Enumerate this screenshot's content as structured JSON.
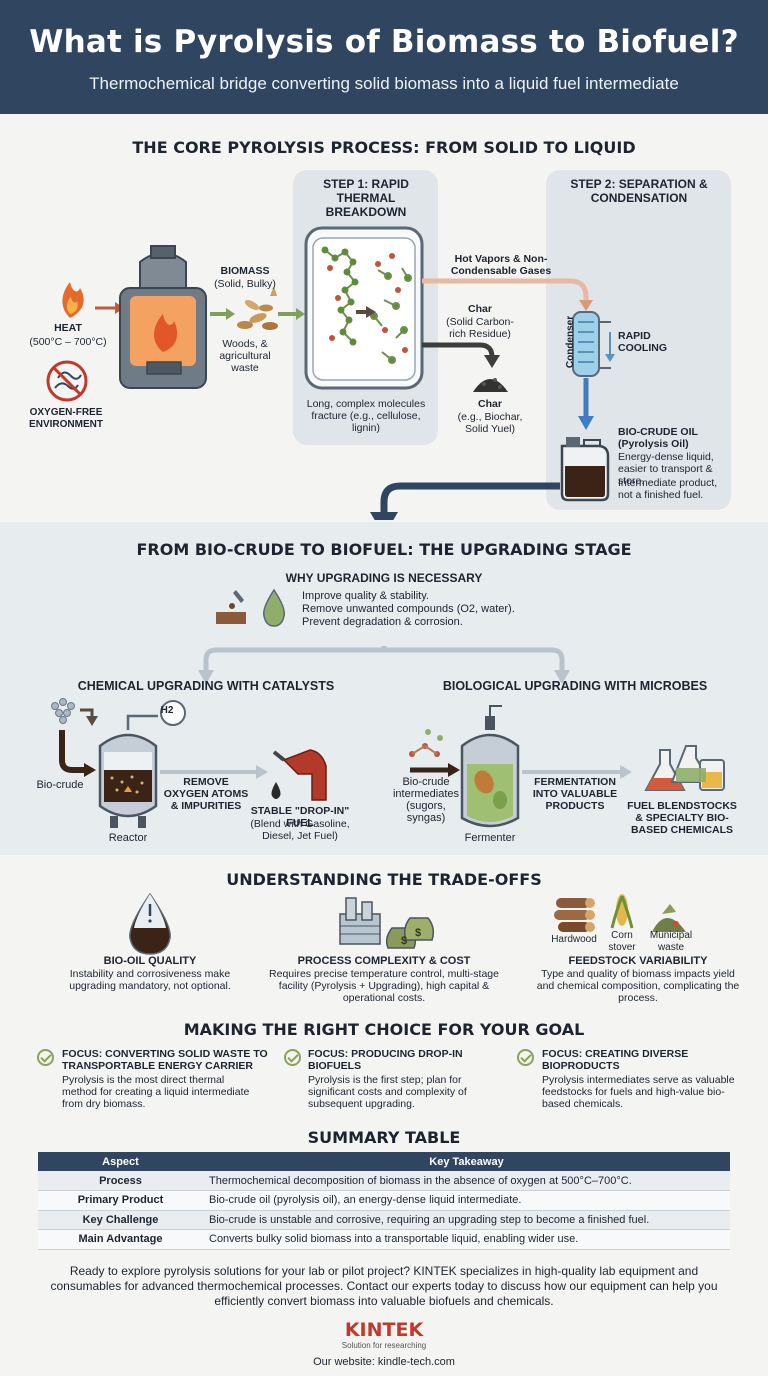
{
  "header": {
    "title": "What is Pyrolysis of Biomass to Biofuel?",
    "subtitle": "Thermochemical bridge converting solid biomass into a liquid fuel intermediate"
  },
  "core": {
    "title": "THE CORE PYROLYSIS PROCESS: FROM SOLID TO LIQUID",
    "heat_label": "HEAT",
    "heat_range": "(500°C – 700°C)",
    "oxygen_free": "OXYGEN-FREE ENVIRONMENT",
    "biomass_label": "BIOMASS",
    "biomass_sub": "(Solid, Bulky)",
    "biomass_examples": "Woods, & agricultural waste",
    "step1_title": "STEP 1: RAPID THERMAL BREAKDOWN",
    "step1_caption": "Long, complex molecules fracture (e.g., cellulose, lignin)",
    "hot_vapors": "Hot Vapors & Non-Condensable Gases",
    "char_title": "Char",
    "char_sub": "(Solid Carbon-rich Residue)",
    "char2_title": "Char",
    "char2_sub": "(e.g., Biochar, Solid Yuel)",
    "step2_title": "STEP 2: SEPARATION & CONDENSATION",
    "condenser": "Condenser",
    "rapid_cooling": "RAPID COOLING",
    "biocrude_title": "BIO-CRUDE OIL",
    "biocrude_sub": "(Pyrolysis Oil)",
    "biocrude_desc": "Energy-dense liquid, easier to transport & store.",
    "biocrude_note": "Intermediate product, not a finished fuel."
  },
  "upgrading": {
    "title": "FROM BIO-CRUDE TO BIOFUEL: THE UPGRADING STAGE",
    "why_title": "WHY UPGRADING IS NECESSARY",
    "why_items": [
      "Improve quality & stability.",
      "Remove unwanted compounds (O2, water).",
      "Prevent degradation & corrosion."
    ],
    "chem_title": "CHEMICAL UPGRADING WITH CATALYSTS",
    "h2": "H2",
    "biocrude": "Bio-crude",
    "reactor": "Reactor",
    "remove_oxygen": "REMOVE OXYGEN ATOMS & IMPURITIES",
    "dropin_title": "STABLE \"DROP-IN\" FUEL",
    "dropin_sub": "(Blend with Gasoline, Diesel, Jet Fuel)",
    "bio_title": "BIOLOGICAL UPGRADING WITH MICROBES",
    "intermediates": "Bio-crude intermediates (sugors, syngas)",
    "fermenter": "Fermenter",
    "fermentation": "FERMENTATION INTO VALUABLE PRODUCTS",
    "blendstocks": "FUEL BLENDSTOCKS & SPECIALTY BIO-BASED CHEMICALS"
  },
  "tradeoffs": {
    "title": "UNDERSTANDING THE TRADE-OFFS",
    "items": [
      {
        "title": "BIO-OIL QUALITY",
        "desc": "Instability and corrosiveness make upgrading mandatory, not optional."
      },
      {
        "title": "PROCESS COMPLEXITY & COST",
        "desc": "Requires precise temperature control, multi-stage facility (Pyrolysis + Upgrading), high capital & operational costs."
      },
      {
        "title": "FEEDSTOCK VARIABILITY",
        "desc": "Type and quality of biomass impacts yield and chemical composition, complicating the process."
      }
    ],
    "feed_hardwood": "Hardwood",
    "feed_corn": "Corn stover",
    "feed_municipal": "Municipal waste"
  },
  "choice": {
    "title": "MAKING THE RIGHT CHOICE FOR YOUR GOAL",
    "items": [
      {
        "title": "FOCUS: CONVERTING SOLID WASTE TO TRANSPORTABLE ENERGY CARRIER",
        "desc": "Pyrolysis is the most direct thermal method for creating a liquid intermediate from dry biomass."
      },
      {
        "title": "FOCUS: PRODUCING DROP-IN BIOFUELS",
        "desc": "Pyrolysis is the first step; plan for significant costs and complexity of subsequent upgrading."
      },
      {
        "title": "FOCUS: CREATING DIVERSE BIOPRODUCTS",
        "desc": "Pyrolysis intermediates serve as valuable feedstocks for fuels and high-value bio-based chemicals."
      }
    ]
  },
  "summary": {
    "title": "SUMMARY TABLE",
    "headers": [
      "Aspect",
      "Key Takeaway"
    ],
    "rows": [
      [
        "Process",
        "Thermochemical decomposition of biomass in the absence of oxygen at 500°C–700°C."
      ],
      [
        "Primary Product",
        "Bio-crude oil (pyrolysis oil), an energy-dense liquid intermediate."
      ],
      [
        "Key Challenge",
        "Bio-crude is unstable and corrosive, requiring an upgrading step to become a finished fuel."
      ],
      [
        "Main Advantage",
        "Converts bulky solid biomass into a transportable liquid, enabling wider use."
      ]
    ]
  },
  "footer": {
    "cta": "Ready to explore pyrolysis solutions for your lab or pilot project? KINTEK specializes in high-quality lab equipment and consumables for advanced thermochemical processes. Contact our experts today to discuss how our equipment can help you efficiently convert biomass into valuable biofuels and chemicals.",
    "brand": "KINTEK",
    "tagline": "Solution for researching",
    "website": "Our website: kindle-tech.com"
  },
  "colors": {
    "navy": "#2f4560",
    "accent_red": "#c0392b",
    "green": "#8aa25a"
  }
}
